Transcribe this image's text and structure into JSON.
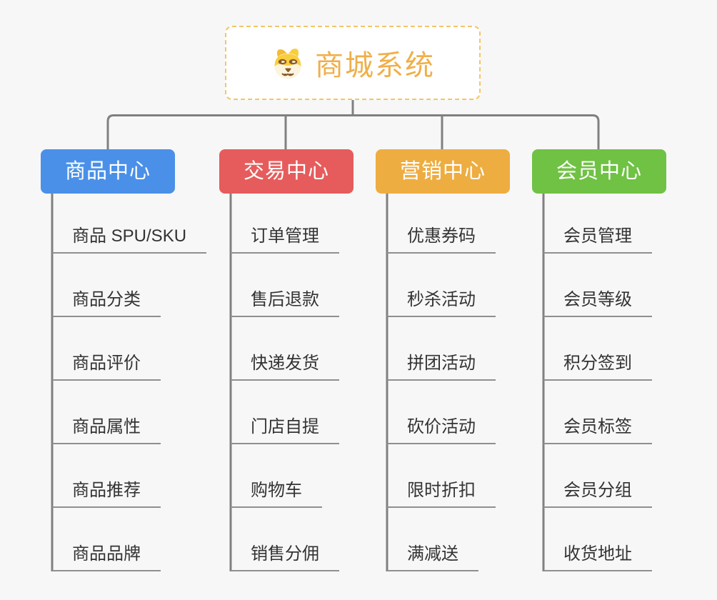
{
  "root": {
    "title": "商城系统",
    "icon": "dog-face-icon"
  },
  "branches": [
    {
      "label": "商品中心",
      "color": "#4a90e8",
      "items": [
        "商品 SPU/SKU",
        "商品分类",
        "商品评价",
        "商品属性",
        "商品推荐",
        "商品品牌"
      ]
    },
    {
      "label": "交易中心",
      "color": "#e65c5c",
      "items": [
        "订单管理",
        "售后退款",
        "快递发货",
        "门店自提",
        "购物车",
        "销售分佣"
      ]
    },
    {
      "label": "营销中心",
      "color": "#eead41",
      "items": [
        "优惠券码",
        "秒杀活动",
        "拼团活动",
        "砍价活动",
        "限时折扣",
        "满减送"
      ]
    },
    {
      "label": "会员中心",
      "color": "#6fc243",
      "items": [
        "会员管理",
        "会员等级",
        "积分签到",
        "会员标签",
        "会员分组",
        "收货地址"
      ]
    }
  ],
  "palette": {
    "background": "#f7f7f7",
    "connector_line": "#808080",
    "item_underline": "#8f8f8f",
    "item_text": "#333333",
    "root_text": "#f0af4a",
    "root_border": "#f5c469",
    "node_text": "#ffffff"
  }
}
